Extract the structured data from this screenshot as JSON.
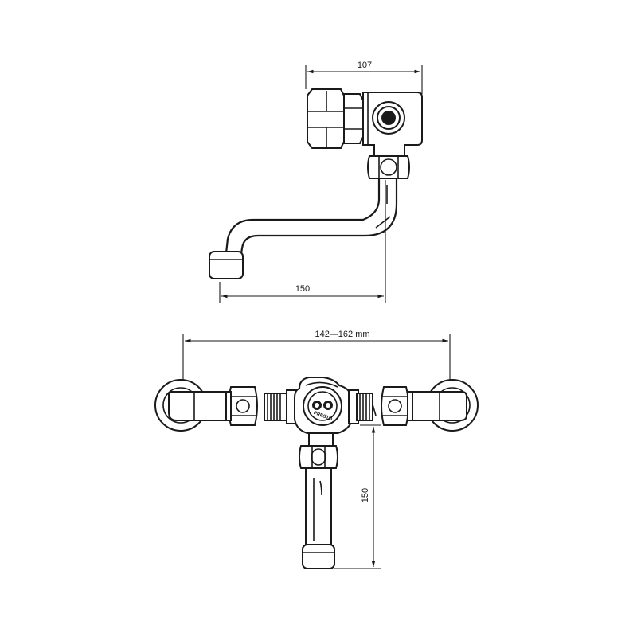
{
  "side_view": {
    "dim_width": "107",
    "dim_reach": "150"
  },
  "front_view": {
    "dim_span": "142—162 mm",
    "dim_drop": "150",
    "brand_mark": "PRESTO"
  }
}
